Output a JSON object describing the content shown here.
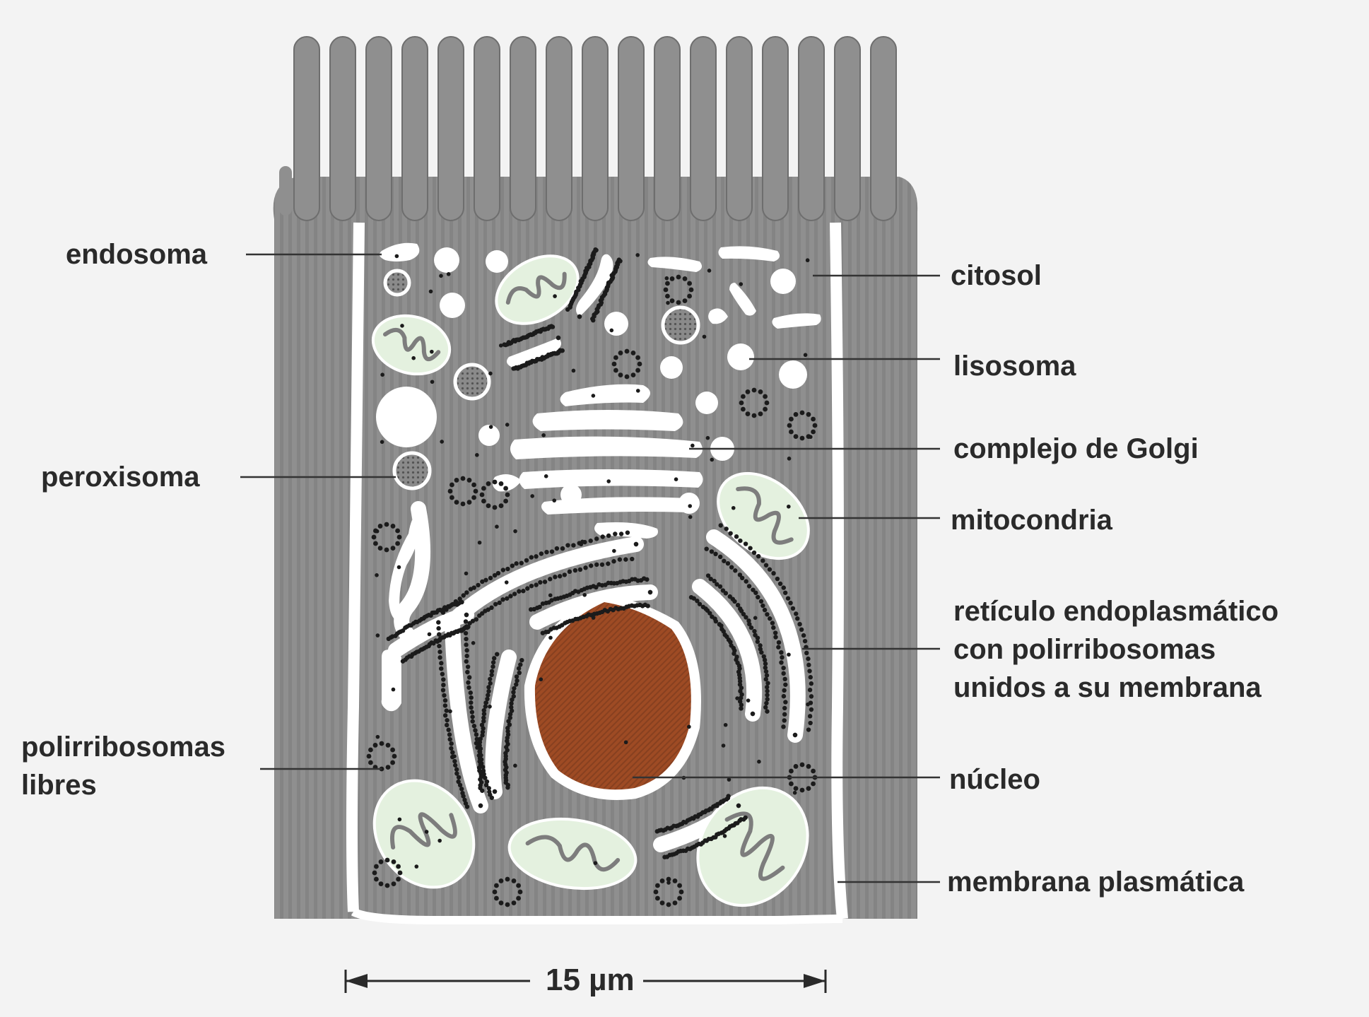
{
  "labels": {
    "endosoma": "endosoma",
    "peroxisoma": "peroxisoma",
    "polirribosomas_libres": [
      "polirribosomas",
      "libres"
    ],
    "citosol": "citosol",
    "lisosoma": "lisosoma",
    "complejo_golgi": "complejo de Golgi",
    "mitocondria": "mitocondria",
    "reticulo": [
      "retículo endoplasmático",
      "con polirribosomas",
      "unidos a su membrana"
    ],
    "nucleo": "núcleo",
    "membrana": "membrana plasmática"
  },
  "scale_bar": "15 µm",
  "colors": {
    "background": "#f4f4f4",
    "cell_gray": "#8d8d8d",
    "cell_stripe": "#7e7e7e",
    "membrane_white": "#ffffff",
    "mitochondria_fill": "#e6f2e2",
    "nucleus": "#9b4a25",
    "ribosome": "#1b1b1b",
    "text": "#2a2a2a"
  }
}
